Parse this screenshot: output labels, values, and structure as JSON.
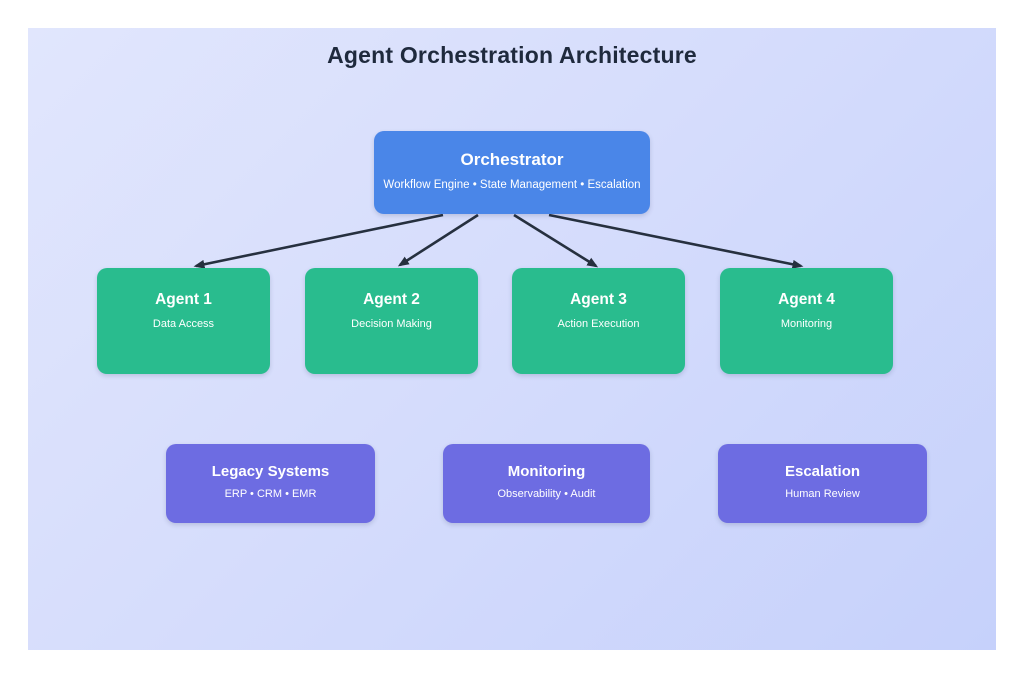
{
  "title": "Agent Orchestration Architecture",
  "colors": {
    "orchestrator_fill": "#4a86e8",
    "agent_fill": "#29bc8e",
    "system_fill": "#6d6ce2",
    "arrow": "#26303f",
    "panel_gradient_start": "#e1e6fd",
    "panel_gradient_end": "#c6d1fb",
    "title_text": "#1f2a3d",
    "node_text": "#ffffff"
  },
  "orchestrator": {
    "title": "Orchestrator",
    "subtitle": "Workflow Engine • State Management • Escalation"
  },
  "agents": [
    {
      "title": "Agent 1",
      "subtitle": "Data Access"
    },
    {
      "title": "Agent 2",
      "subtitle": "Decision Making"
    },
    {
      "title": "Agent 3",
      "subtitle": "Action Execution"
    },
    {
      "title": "Agent 4",
      "subtitle": "Monitoring"
    }
  ],
  "systems": [
    {
      "title": "Legacy Systems",
      "subtitle": "ERP • CRM • EMR"
    },
    {
      "title": "Monitoring",
      "subtitle": "Observability • Audit"
    },
    {
      "title": "Escalation",
      "subtitle": "Human Review"
    }
  ]
}
